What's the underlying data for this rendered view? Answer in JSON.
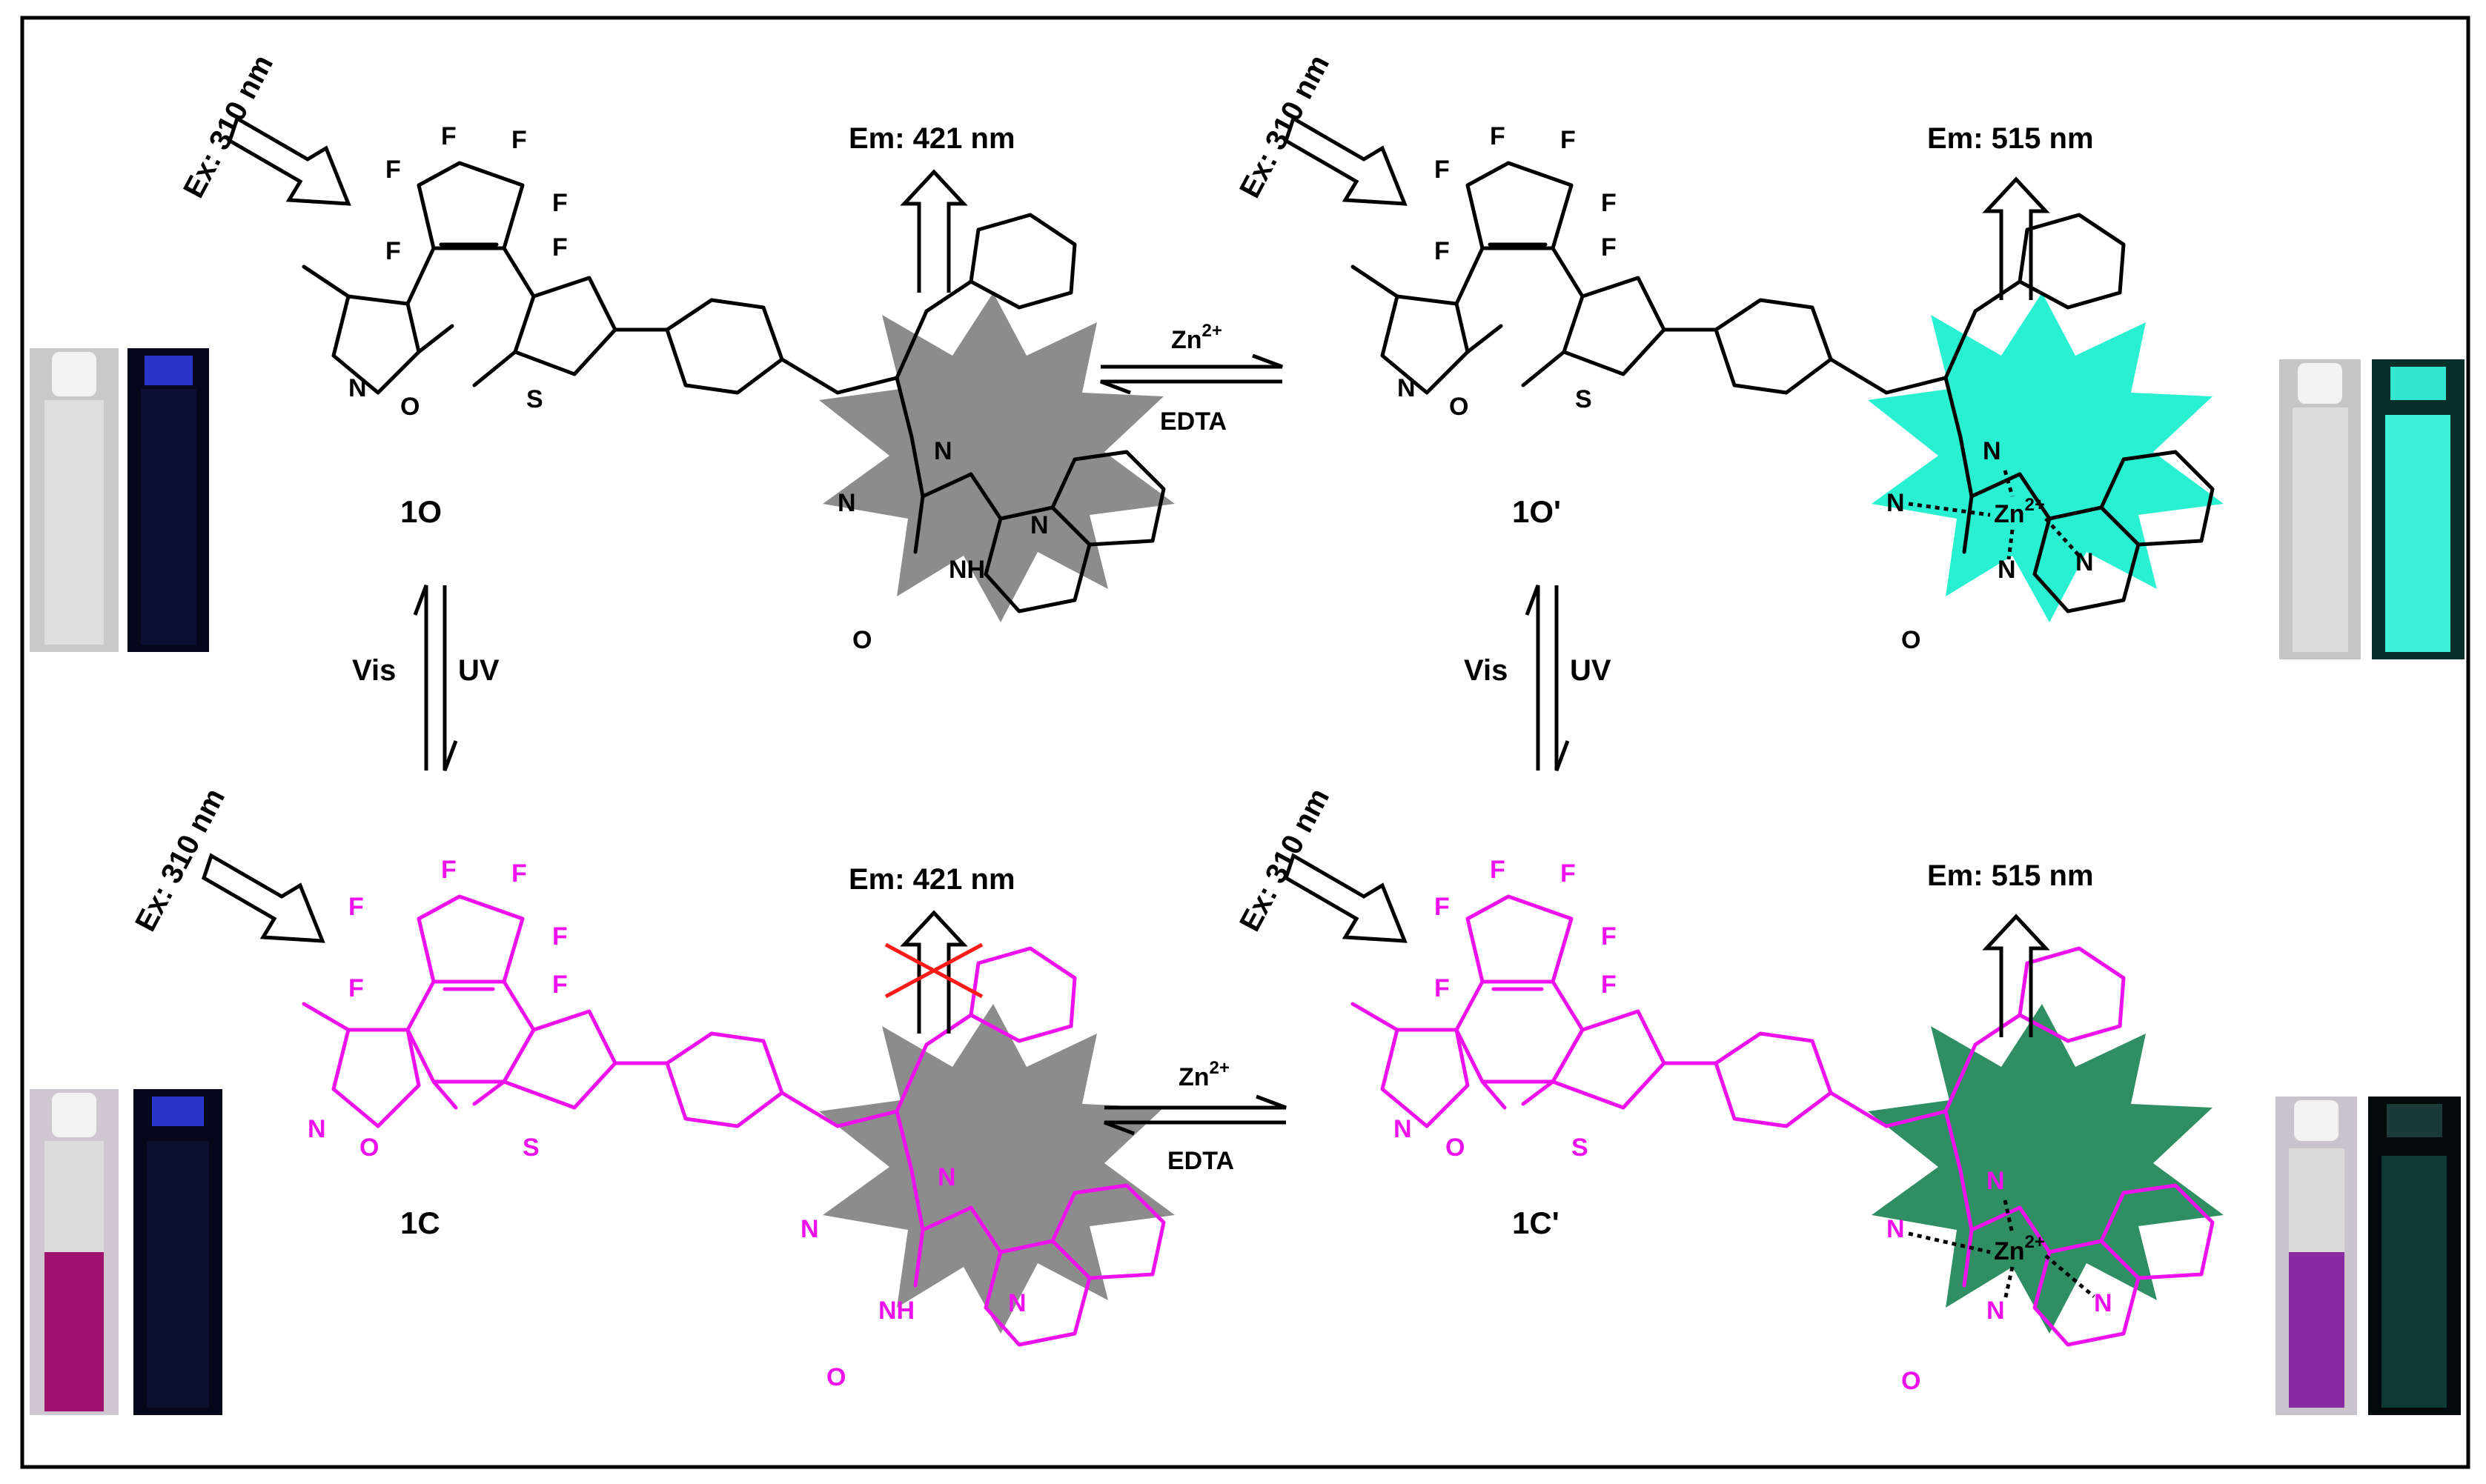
{
  "colors": {
    "black": "#000000",
    "magenta": "#ee11ee",
    "gray_star": "#8c8c8c",
    "cyan_star": "#2af0d2",
    "green_star": "#2f8f62",
    "cross_red": "#ff1a1a"
  },
  "labels": {
    "ex_1O": "Ex: 310 nm",
    "ex_1Op": "Ex: 310 nm",
    "ex_1C": "Ex: 310 nm",
    "ex_1Cp": "Ex: 310 nm",
    "em_1O": "Em: 421 nm",
    "em_1Op": "Em: 515 nm",
    "em_1C": "Em: 421 nm",
    "em_1Cp": "Em: 515 nm",
    "id_1O": "1O",
    "id_1Op": "1O'",
    "id_1C": "1C",
    "id_1Cp": "1C'",
    "zn_top": "Zn",
    "zn_bottom": "Zn",
    "zn_charge": "2+",
    "edta_top": "EDTA",
    "edta_bottom": "EDTA",
    "vis_left": "Vis",
    "uv_left": "UV",
    "vis_right": "Vis",
    "uv_right": "UV"
  },
  "atoms": {
    "F": "F",
    "N": "N",
    "O": "O",
    "S": "S",
    "NH": "NH"
  }
}
